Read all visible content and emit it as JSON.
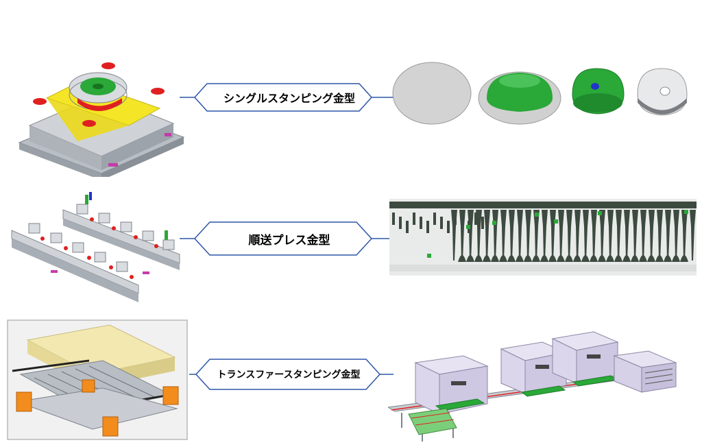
{
  "rows": [
    {
      "label": "シングルスタンピング金型"
    },
    {
      "label": "順送プレス金型"
    },
    {
      "label": "トランスファースタンピング金型"
    }
  ],
  "colors": {
    "connector": "#2b56a8",
    "die_gray": "#c9cdd3",
    "yellow": "#f4e526",
    "red": "#e02020",
    "green": "#2aa838",
    "magenta": "#c43ca8",
    "cream": "#f3e8b0",
    "orange": "#f28c1c",
    "press_lavender": "#dcd6ec",
    "strip_dark": "#3d4a3f"
  },
  "icons": {
    "row1_left": "single-stamping-die-model",
    "row1_right": "blank-to-cup-forming-stages",
    "row2_left": "progressive-die-model",
    "row2_right": "progressive-strip-layout",
    "row3_left": "transfer-die-model",
    "row3_right": "transfer-press-line"
  }
}
